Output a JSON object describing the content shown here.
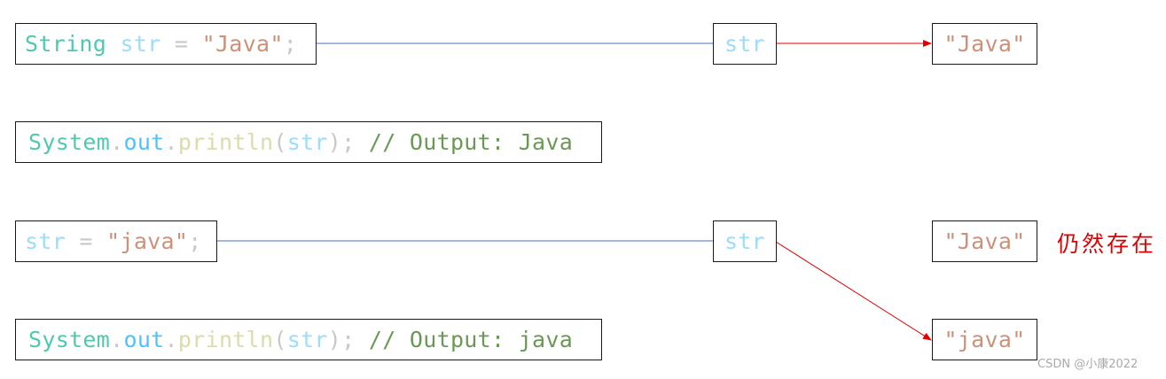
{
  "colors": {
    "type": "#4ec9b0",
    "variable": "#9cdcfe",
    "punctuation": "#c8c8c8",
    "string": "#ce9178",
    "member": "#4fc1ff",
    "method": "#dcdcaa",
    "comment": "#6a9955",
    "reference_line": "#4472c4",
    "pointer_arrow": "#e00000",
    "note": "#e00000",
    "watermark": "#a9a9a9"
  },
  "statements": [
    {
      "id": "declare",
      "tokens": [
        {
          "text": "String",
          "role": "type"
        },
        {
          "text": " ",
          "role": "punctuation"
        },
        {
          "text": "str",
          "role": "variable"
        },
        {
          "text": " = ",
          "role": "punctuation"
        },
        {
          "text": "\"Java\"",
          "role": "string"
        },
        {
          "text": ";",
          "role": "punctuation"
        }
      ]
    },
    {
      "id": "print-1",
      "tokens": [
        {
          "text": "System",
          "role": "type"
        },
        {
          "text": ".",
          "role": "punctuation"
        },
        {
          "text": "out",
          "role": "member"
        },
        {
          "text": ".",
          "role": "punctuation"
        },
        {
          "text": "println",
          "role": "method"
        },
        {
          "text": "(",
          "role": "punctuation"
        },
        {
          "text": "str",
          "role": "variable"
        },
        {
          "text": "); ",
          "role": "punctuation"
        },
        {
          "text": "// Output: Java",
          "role": "comment"
        }
      ]
    },
    {
      "id": "reassign",
      "tokens": [
        {
          "text": "str",
          "role": "variable"
        },
        {
          "text": " = ",
          "role": "punctuation"
        },
        {
          "text": "\"java\"",
          "role": "string"
        },
        {
          "text": ";",
          "role": "punctuation"
        }
      ]
    },
    {
      "id": "print-2",
      "tokens": [
        {
          "text": "System",
          "role": "type"
        },
        {
          "text": ".",
          "role": "punctuation"
        },
        {
          "text": "out",
          "role": "member"
        },
        {
          "text": ".",
          "role": "punctuation"
        },
        {
          "text": "println",
          "role": "method"
        },
        {
          "text": "(",
          "role": "punctuation"
        },
        {
          "text": "str",
          "role": "variable"
        },
        {
          "text": "); ",
          "role": "punctuation"
        },
        {
          "text": "// Output: java",
          "role": "comment"
        }
      ]
    }
  ],
  "references": {
    "first": "str",
    "second": "str"
  },
  "objects": {
    "java_upper_1": "\"Java\"",
    "java_upper_2": "\"Java\"",
    "java_lower": "\"java\""
  },
  "note": "仍然存在",
  "watermark": "CSDN @小康2022"
}
